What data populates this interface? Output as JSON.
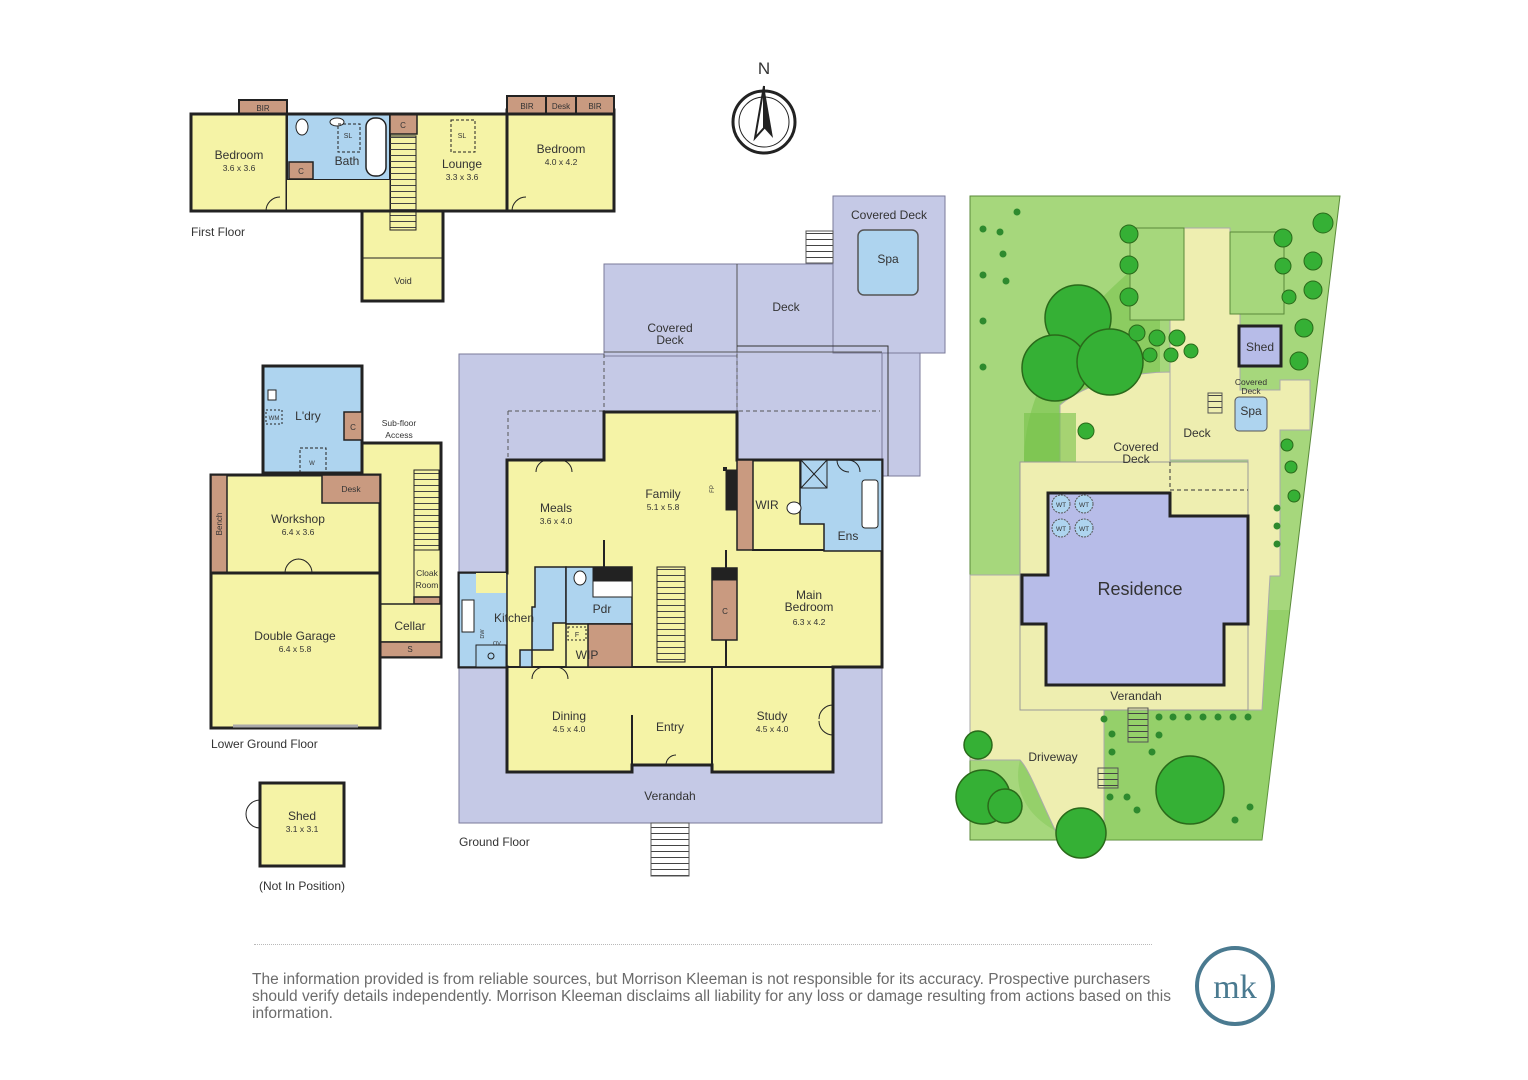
{
  "compass": {
    "label": "N"
  },
  "first_floor": {
    "caption": "First Floor",
    "bedroom_west": {
      "name": "Bedroom",
      "size": "3.6 x 3.6"
    },
    "bath": "Bath",
    "lounge": {
      "name": "Lounge",
      "size": "3.3 x 3.6"
    },
    "bedroom_east": {
      "name": "Bedroom",
      "size": "4.0 x 4.2"
    },
    "void": "Void",
    "bir": "BIR",
    "desk": "Desk",
    "cupboard": "C",
    "skylight": "SL"
  },
  "lower_ground": {
    "caption": "Lower Ground Floor",
    "laundry": "L'dry",
    "wm": "WM",
    "wc": "W",
    "subfloor": "Sub-floor",
    "access": "Access",
    "workshop": {
      "name": "Workshop",
      "size": "6.4 x 3.6"
    },
    "desk": "Desk",
    "bench": "Bench",
    "garage": {
      "name": "Double Garage",
      "size": "6.4 x 5.8"
    },
    "cloak": "Cloak",
    "room": "Room",
    "cellar": "Cellar",
    "shelf": "S",
    "cupboard": "C"
  },
  "shed": {
    "name": "Shed",
    "size": "3.1 x 3.1",
    "note": "(Not In Position)"
  },
  "ground_floor": {
    "caption": "Ground Floor",
    "covered_deck_top": "Covered Deck",
    "spa": "Spa",
    "deck": "Deck",
    "covered_deck_line1": "Covered",
    "covered_deck_line2": "Deck",
    "meals": {
      "name": "Meals",
      "size": "3.6 x 4.0"
    },
    "family": {
      "name": "Family",
      "size": "5.1 x 5.8"
    },
    "fp": "FP",
    "wir": "WIR",
    "ens": "Ens",
    "main_bedroom_line1": "Main",
    "main_bedroom_line2": "Bedroom",
    "main_bedroom_size": "6.3 x 4.2",
    "kitchen": "Kitchen",
    "pdr": "Pdr",
    "wip": "WIP",
    "fridge": "F",
    "ov": "OV",
    "dw": "DW",
    "cupboard": "C",
    "dining": {
      "name": "Dining",
      "size": "4.5 x 4.0"
    },
    "entry": "Entry",
    "study": {
      "name": "Study",
      "size": "4.5 x 4.0"
    },
    "verandah": "Verandah"
  },
  "site": {
    "shed": "Shed",
    "covered_deck_line1": "Covered",
    "covered_deck_line2": "Deck",
    "spa": "Spa",
    "deck": "Deck",
    "main_covered_line1": "Covered",
    "main_covered_line2": "Deck",
    "wt": "WT",
    "residence": "Residence",
    "verandah": "Verandah",
    "driveway": "Driveway"
  },
  "footer": {
    "disclaimer": "The information provided is from reliable sources, but Morrison Kleeman is not responsible for its accuracy. Prospective purchasers should verify details independently. Morrison Kleeman disclaims all liability for any loss or damage resulting from actions based on this information.",
    "logo": "mk"
  },
  "colors": {
    "room": "#f5f3a6",
    "wet": "#aed4ef",
    "deck": "#c5c9e6",
    "joinery": "#c99a80",
    "garden": "#a6d77c",
    "grass": "#76c24a",
    "path": "#eeeeb0",
    "residence": "#b7bce8",
    "logo": "#4a7a90"
  }
}
